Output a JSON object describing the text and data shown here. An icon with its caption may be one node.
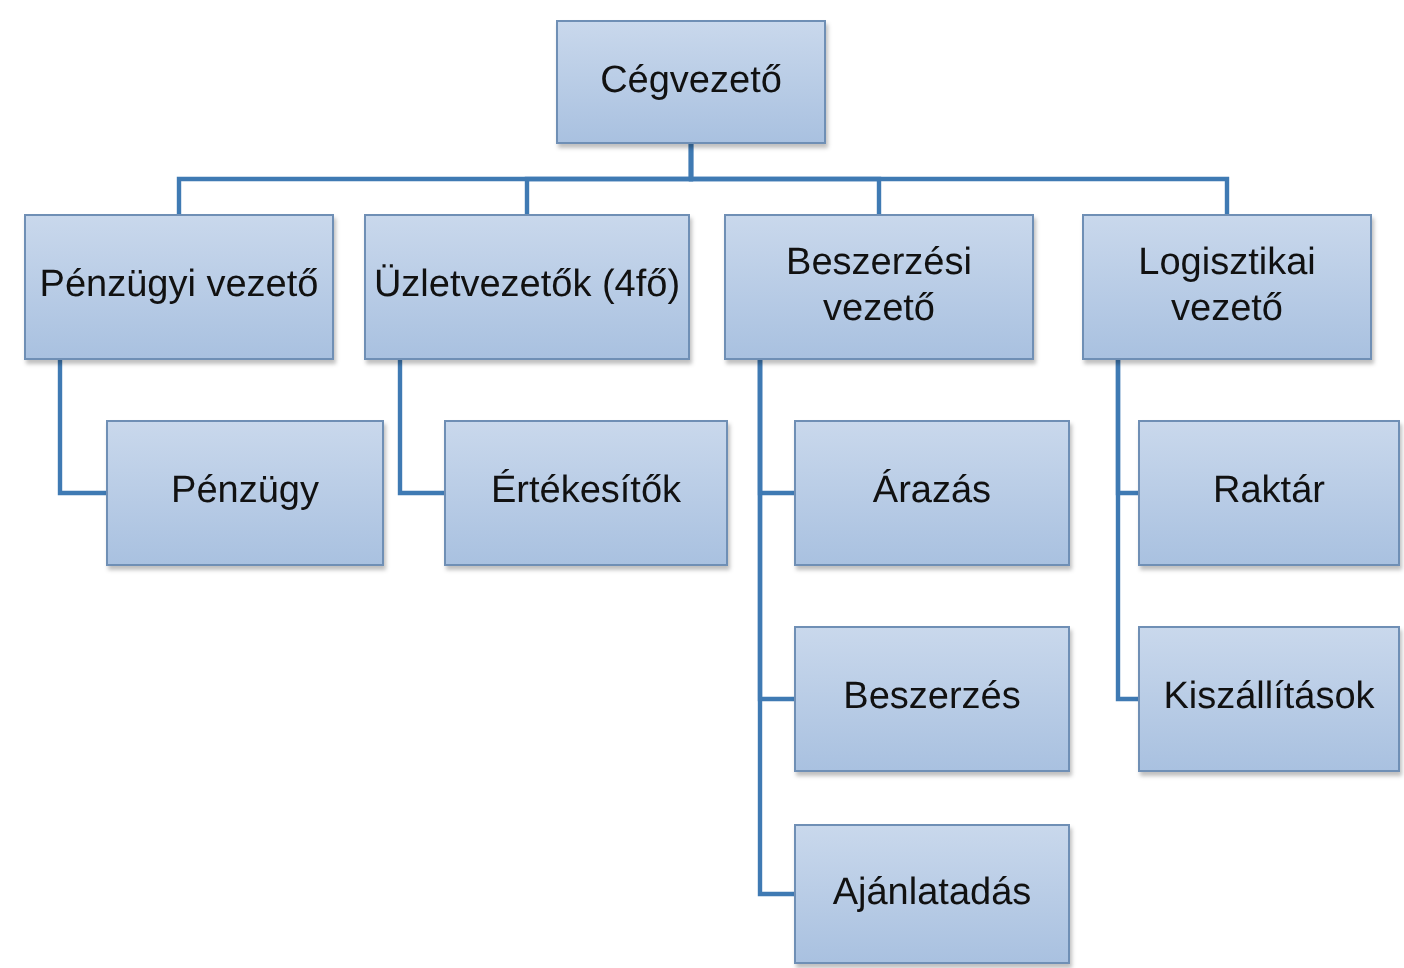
{
  "diagram": {
    "nodes": [
      {
        "text": [
          "Cégvezető"
        ]
      },
      {
        "text": [
          "Pénzügyi vezető"
        ]
      },
      {
        "text": [
          "Üzletvezetők (4fő)"
        ]
      },
      {
        "text": [
          "Beszerzési vezető"
        ]
      },
      {
        "text": [
          "Logisztikai vezető"
        ]
      },
      {
        "text": [
          "Pénzügy"
        ]
      },
      {
        "text": [
          "Értékesítők"
        ]
      },
      {
        "text": [
          "Árazás"
        ]
      },
      {
        "text": [
          "Beszerzés"
        ]
      },
      {
        "text": [
          "Ajánlatadás"
        ]
      },
      {
        "text": [
          "Raktár"
        ]
      },
      {
        "text": [
          "Kiszállítások"
        ]
      }
    ],
    "edges": [
      {
        "from": 0,
        "to": 1,
        "arrow": "none"
      },
      {
        "from": 0,
        "to": 2,
        "arrow": "none"
      },
      {
        "from": 0,
        "to": 3,
        "arrow": "none"
      },
      {
        "from": 0,
        "to": 4,
        "arrow": "none"
      },
      {
        "from": 1,
        "to": 5,
        "arrow": "none"
      },
      {
        "from": 2,
        "to": 6,
        "arrow": "none"
      },
      {
        "from": 3,
        "to": 7,
        "arrow": "none"
      },
      {
        "from": 3,
        "to": 8,
        "arrow": "none"
      },
      {
        "from": 3,
        "to": 9,
        "arrow": "none"
      },
      {
        "from": 4,
        "to": 10,
        "arrow": "none"
      },
      {
        "from": 4,
        "to": 11,
        "arrow": "none"
      }
    ]
  }
}
